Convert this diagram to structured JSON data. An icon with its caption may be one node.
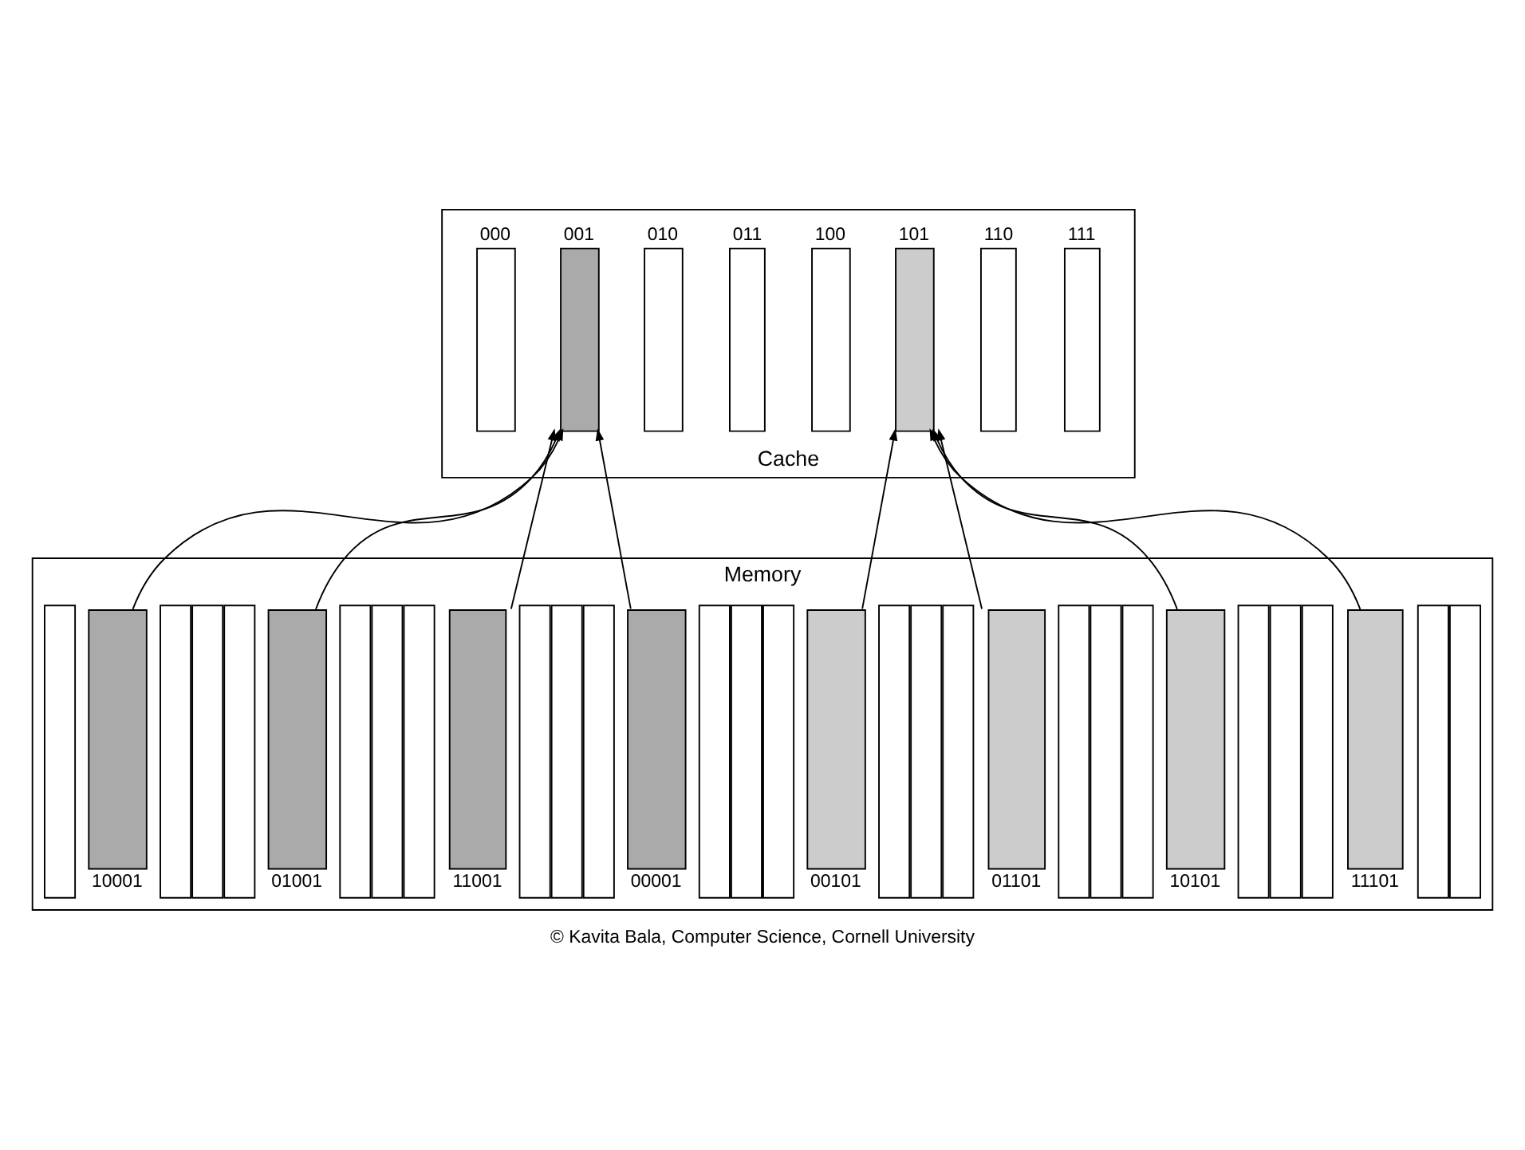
{
  "diagram": {
    "caption": "© Kavita Bala, Computer Science, Cornell University",
    "nodes": [
      {
        "text": [
          "Cache"
        ]
      },
      {
        "text": [
          "000"
        ],
        "in": 0
      },
      {
        "text": [
          "001"
        ],
        "in": 0
      },
      {
        "text": [
          "010"
        ],
        "in": 0
      },
      {
        "text": [
          "011"
        ],
        "in": 0
      },
      {
        "text": [
          "100"
        ],
        "in": 0
      },
      {
        "text": [
          "101"
        ],
        "in": 0
      },
      {
        "text": [
          "110"
        ],
        "in": 0
      },
      {
        "text": [
          "111"
        ],
        "in": 0
      },
      {
        "text": [
          "Memory"
        ]
      },
      {
        "text": [],
        "shape": "box",
        "in": 9
      },
      {
        "text": [
          "00001"
        ],
        "in": 9
      },
      {
        "text": [],
        "shape": "box",
        "in": 9
      },
      {
        "text": [],
        "shape": "box",
        "in": 9
      },
      {
        "text": [],
        "shape": "box",
        "in": 9
      },
      {
        "text": [
          "00101"
        ],
        "in": 9
      },
      {
        "text": [],
        "shape": "box",
        "in": 9
      },
      {
        "text": [],
        "shape": "box",
        "in": 9
      },
      {
        "text": [],
        "shape": "box",
        "in": 9
      },
      {
        "text": [
          "01001"
        ],
        "in": 9
      },
      {
        "text": [],
        "shape": "box",
        "in": 9
      },
      {
        "text": [],
        "shape": "box",
        "in": 9
      },
      {
        "text": [],
        "shape": "box",
        "in": 9
      },
      {
        "text": [
          "01101"
        ],
        "in": 9
      },
      {
        "text": [],
        "shape": "box",
        "in": 9
      },
      {
        "text": [],
        "shape": "box",
        "in": 9
      },
      {
        "text": [],
        "shape": "box",
        "in": 9
      },
      {
        "text": [
          "10001"
        ],
        "in": 9
      },
      {
        "text": [],
        "shape": "box",
        "in": 9
      },
      {
        "text": [],
        "shape": "box",
        "in": 9
      },
      {
        "text": [],
        "shape": "box",
        "in": 9
      },
      {
        "text": [
          "10101"
        ],
        "in": 9
      },
      {
        "text": [],
        "shape": "box",
        "in": 9
      },
      {
        "text": [],
        "shape": "box",
        "in": 9
      },
      {
        "text": [],
        "shape": "box",
        "in": 9
      },
      {
        "text": [
          "11001"
        ],
        "in": 9
      },
      {
        "text": [],
        "shape": "box",
        "in": 9
      },
      {
        "text": [],
        "shape": "box",
        "in": 9
      },
      {
        "text": [],
        "shape": "box",
        "in": 9
      },
      {
        "text": [
          "11101"
        ],
        "in": 9
      },
      {
        "text": [],
        "shape": "box",
        "in": 9
      },
      {
        "text": [],
        "shape": "box",
        "in": 9
      }
    ],
    "edges": [
      {
        "from": 11,
        "to": 2,
        "arrow": "to"
      },
      {
        "from": 15,
        "to": 6,
        "arrow": "to"
      },
      {
        "from": 19,
        "to": 2,
        "arrow": "to"
      },
      {
        "from": 23,
        "to": 6,
        "arrow": "to"
      },
      {
        "from": 27,
        "to": 2,
        "arrow": "to"
      },
      {
        "from": 31,
        "to": 6,
        "arrow": "to"
      },
      {
        "from": 35,
        "to": 2,
        "arrow": "to"
      },
      {
        "from": 39,
        "to": 6,
        "arrow": "to"
      }
    ]
  }
}
